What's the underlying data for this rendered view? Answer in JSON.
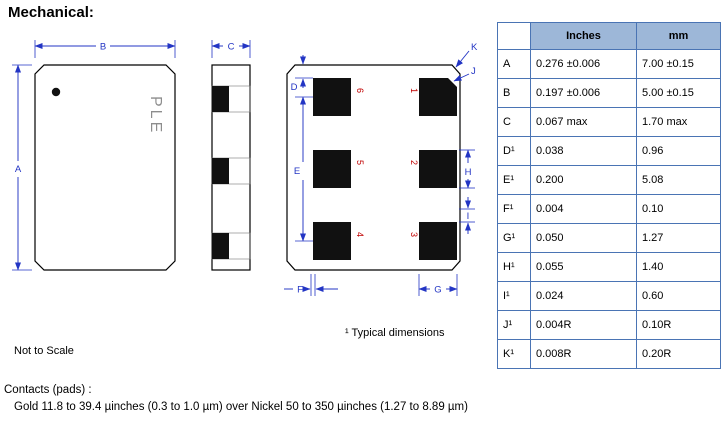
{
  "title": "Mechanical:",
  "drawing": {
    "brand": "PLE",
    "dim_labels": {
      "A": "A",
      "B": "B",
      "C": "C",
      "D": "D",
      "E": "E",
      "F": "F",
      "G": "G",
      "H": "H",
      "I": "I",
      "J": "J",
      "K": "K"
    },
    "pad_numbers": {
      "n1": "1",
      "n2": "2",
      "n3": "3",
      "n4": "4",
      "n5": "5",
      "n6": "6"
    }
  },
  "table": {
    "headers": {
      "inches": "Inches",
      "mm": "mm"
    },
    "rows": [
      {
        "d": "A",
        "in": "0.276 ±0.006",
        "mm": "7.00 ±0.15"
      },
      {
        "d": "B",
        "in": "0.197 ±0.006",
        "mm": "5.00 ±0.15"
      },
      {
        "d": "C",
        "in": "0.067 max",
        "mm": "1.70 max"
      },
      {
        "d": "D¹",
        "in": "0.038",
        "mm": "0.96"
      },
      {
        "d": "E¹",
        "in": "0.200",
        "mm": "5.08"
      },
      {
        "d": "F¹",
        "in": "0.004",
        "mm": "0.10"
      },
      {
        "d": "G¹",
        "in": "0.050",
        "mm": "1.27"
      },
      {
        "d": "H¹",
        "in": "0.055",
        "mm": "1.40"
      },
      {
        "d": "I¹",
        "in": "0.024",
        "mm": "0.60"
      },
      {
        "d": "J¹",
        "in": "0.004R",
        "mm": "0.10R"
      },
      {
        "d": "K¹",
        "in": "0.008R",
        "mm": "0.20R"
      }
    ]
  },
  "notes": {
    "typical": "¹ Typical dimensions",
    "not_to_scale": "Not to Scale",
    "contacts_title": "Contacts (pads) :",
    "contacts_detail": "Gold  11.8 to 39.4 µinches (0.3 to 1.0 µm) over  Nickel 50 to 350 µinches (1.27 to 8.89 µm)"
  },
  "colors": {
    "dimension_blue": "#2335c4",
    "table_header_bg": "#9db7d8",
    "table_border": "#4a74b4",
    "pad_number_red": "#c00000"
  }
}
